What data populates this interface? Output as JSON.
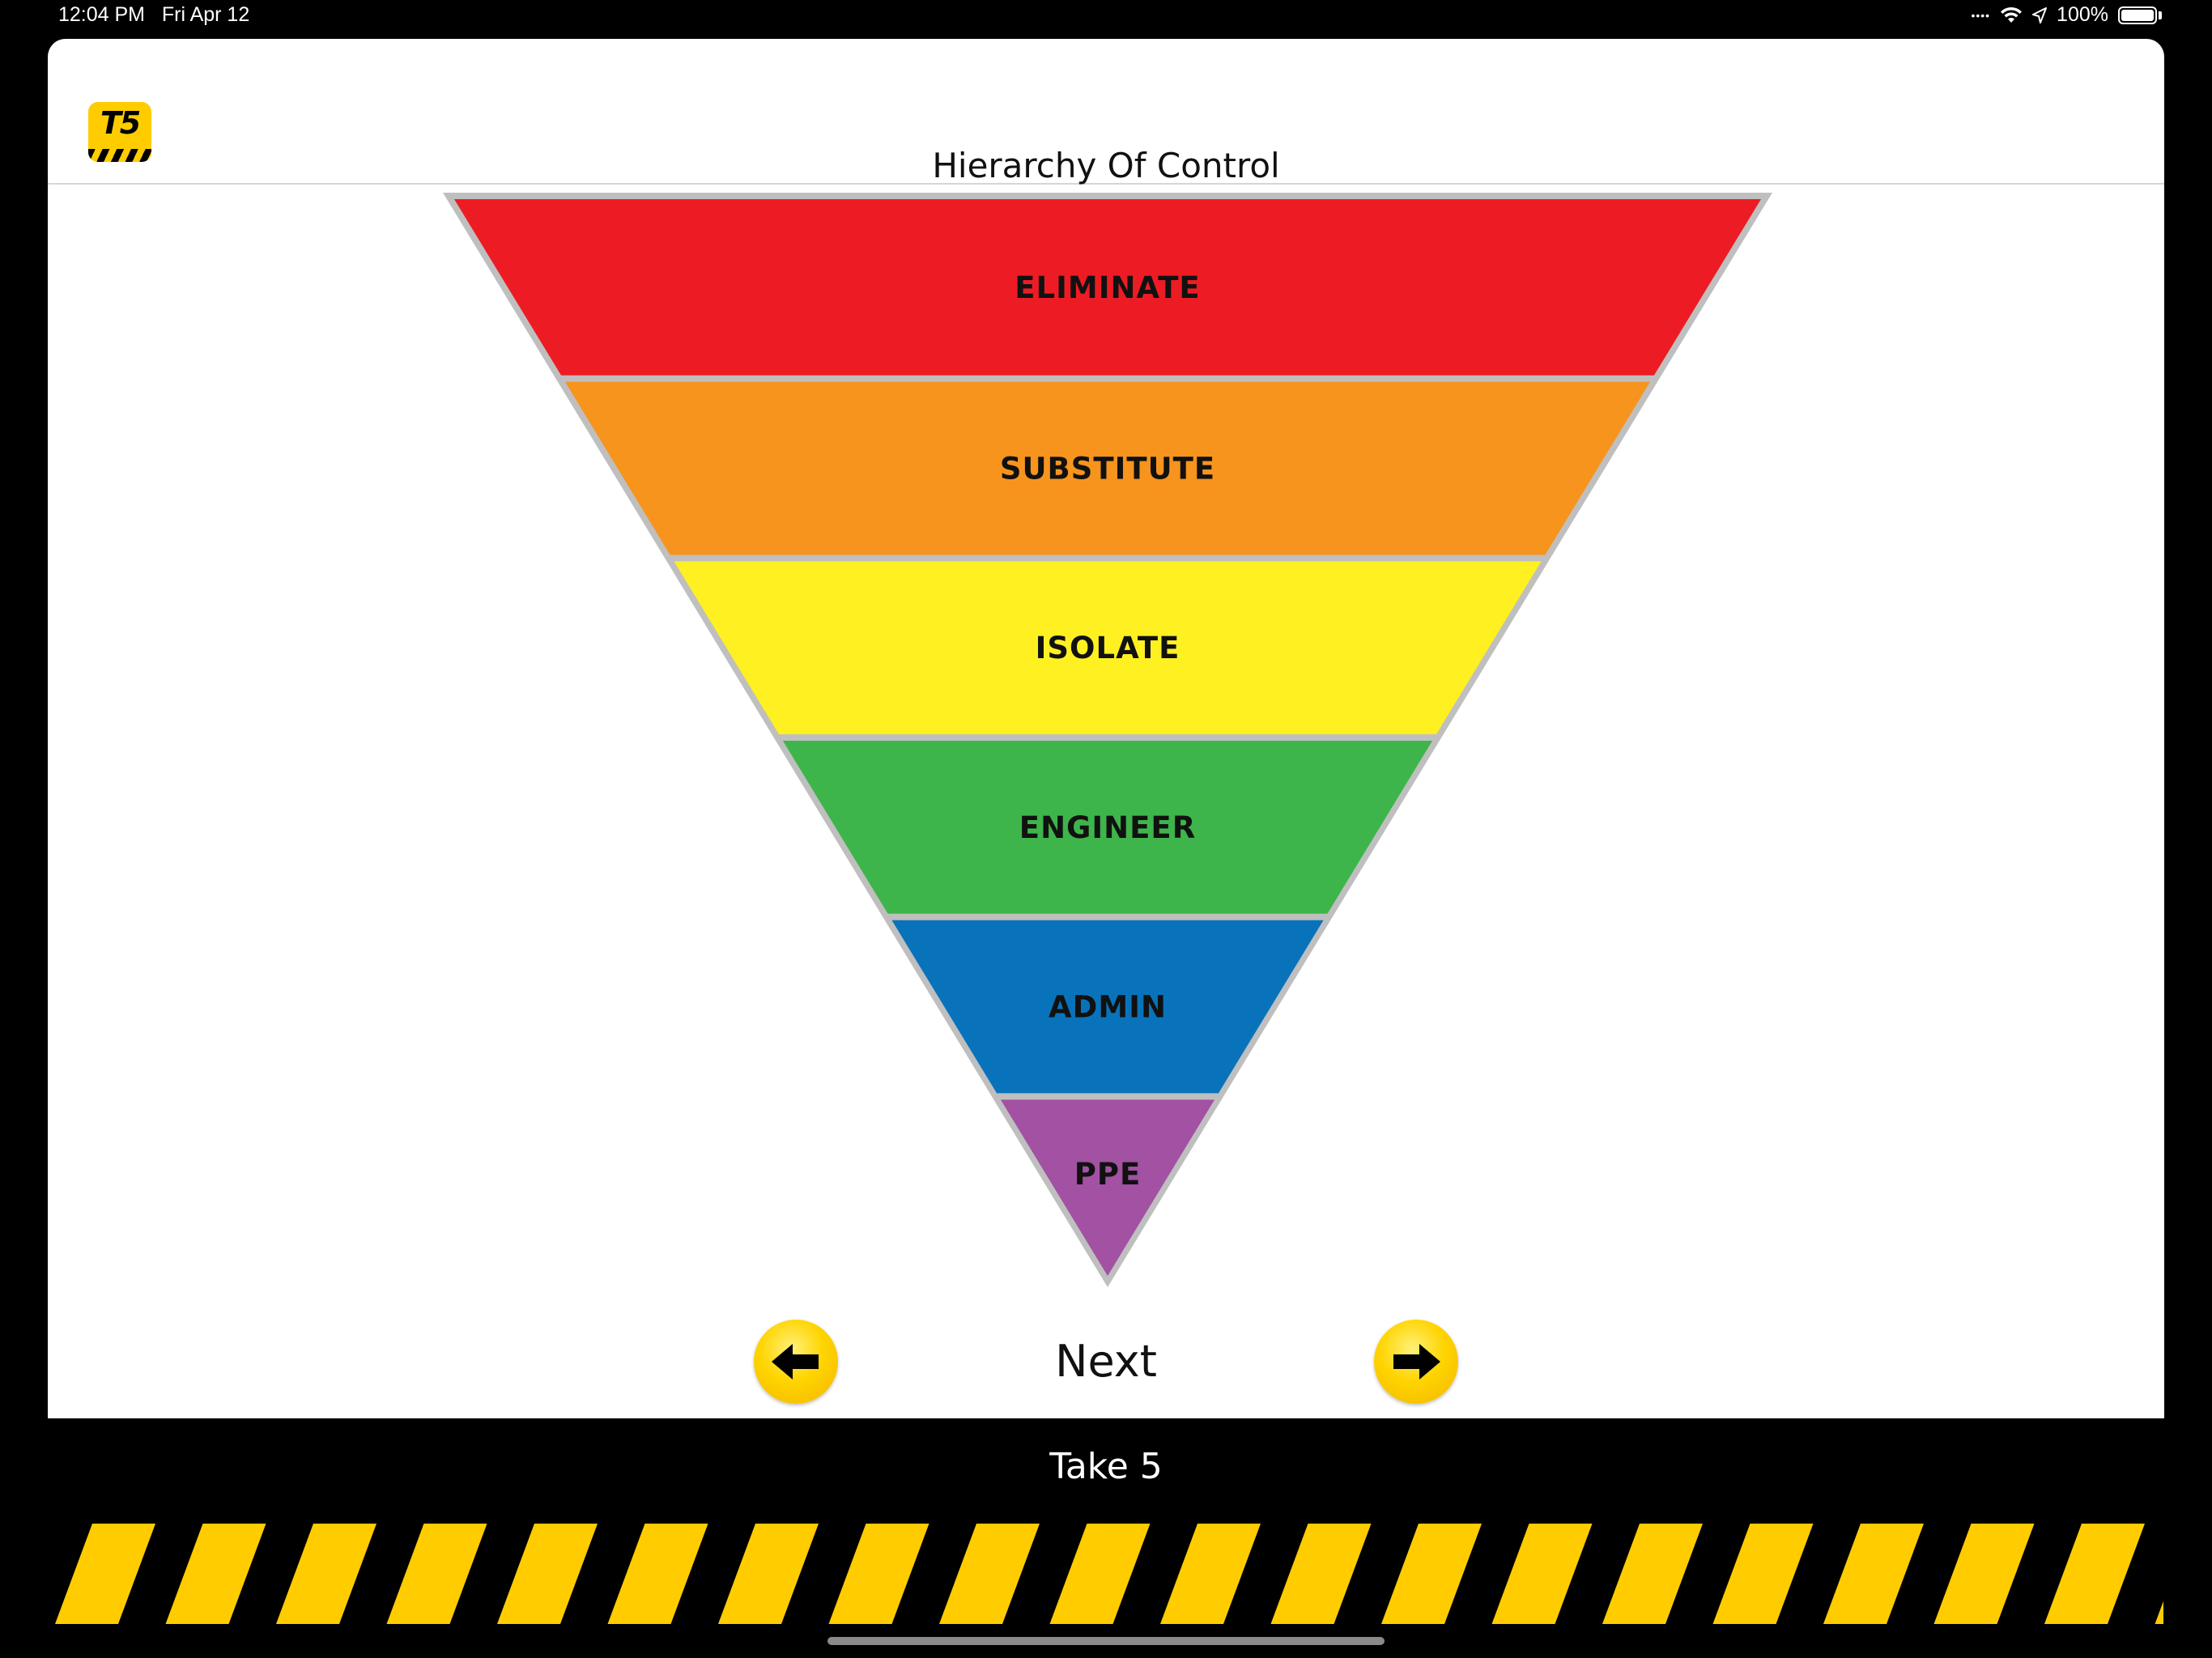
{
  "status_bar": {
    "time": "12:04 PM",
    "date": "Fri Apr 12",
    "battery_text": "100%",
    "battery_level": 1.0
  },
  "header": {
    "logo_text": "T5",
    "title": "Hierarchy Of Control"
  },
  "pyramid": {
    "levels": [
      {
        "label": "ELIMINATE",
        "color": "#ed1c24"
      },
      {
        "label": "SUBSTITUTE",
        "color": "#f7941d"
      },
      {
        "label": "ISOLATE",
        "color": "#fff022"
      },
      {
        "label": "ENGINEER",
        "color": "#3db54a"
      },
      {
        "label": "ADMIN",
        "color": "#0873bb"
      },
      {
        "label": "PPE",
        "color": "#a251a3"
      }
    ],
    "border_color": "#bfbfbf"
  },
  "navigation": {
    "next_label": "Next",
    "prev_icon": "arrow-left-icon",
    "next_icon": "arrow-right-icon"
  },
  "footer": {
    "label": "Take 5",
    "stripe_color": "#ffcc00"
  },
  "colors": {
    "accent": "#ffcc00",
    "background": "#000000",
    "card": "#ffffff"
  }
}
